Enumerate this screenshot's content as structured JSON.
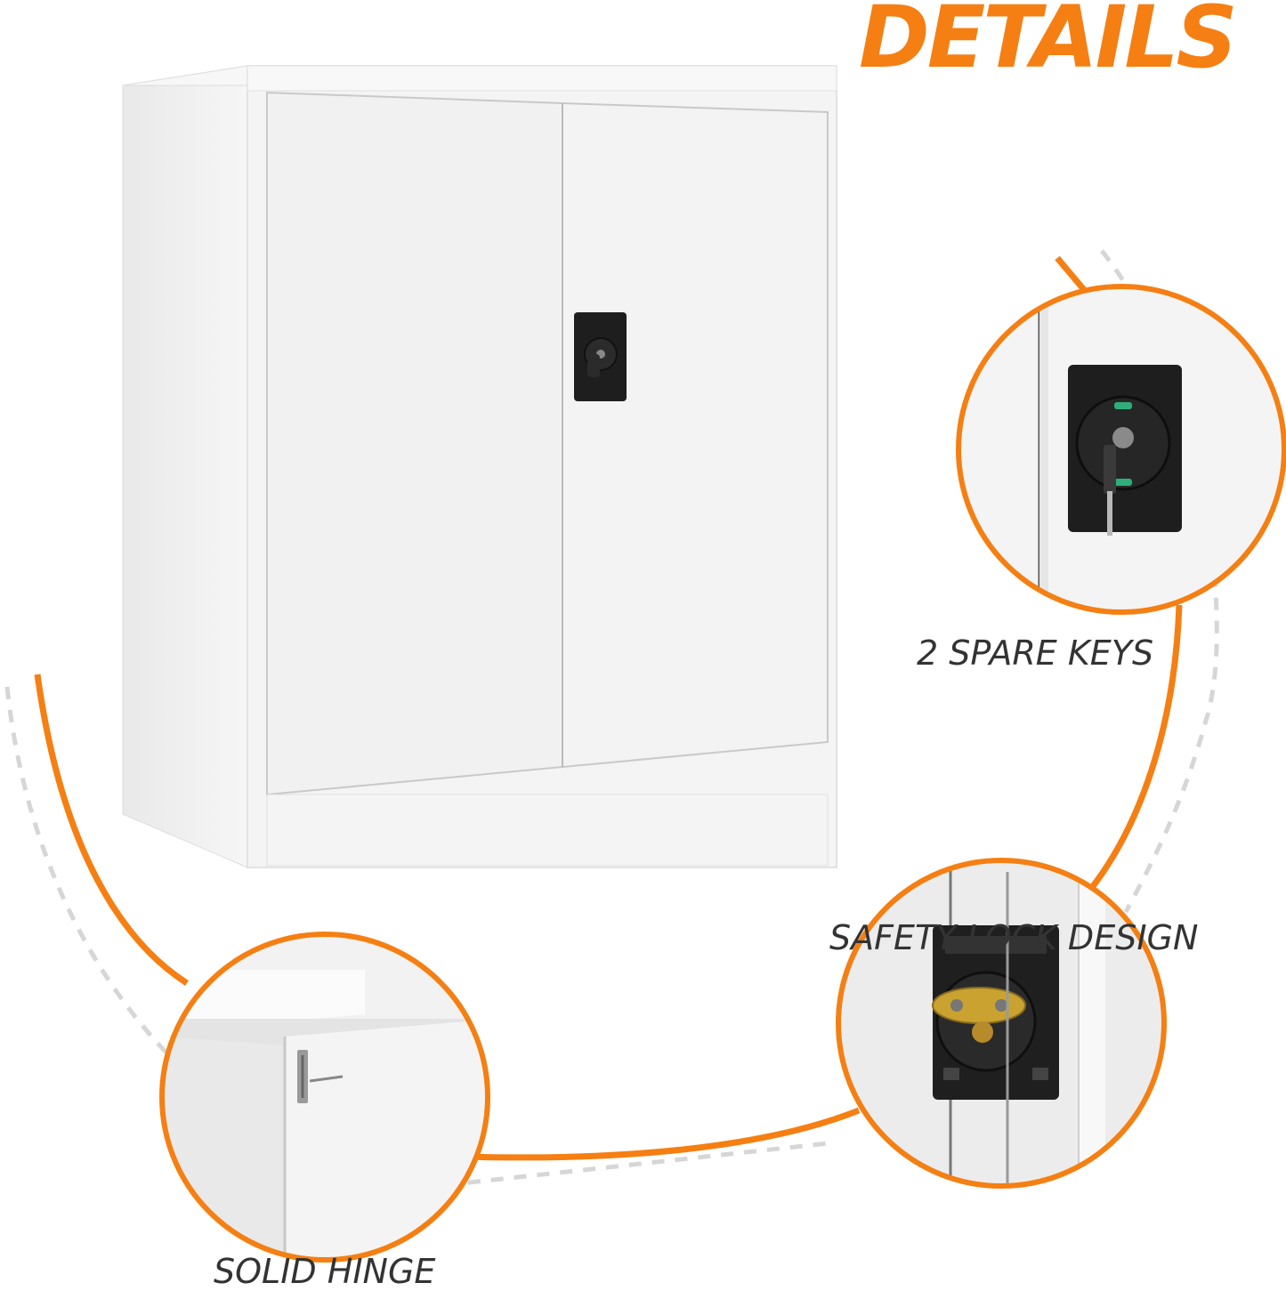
{
  "title": {
    "text": "DETAILS",
    "color": "#F57F12"
  },
  "callouts": [
    {
      "id": "keys",
      "label": "2 SPARE KEYS",
      "icon": "keyed-lock-handle"
    },
    {
      "id": "lock",
      "label": "SAFETY LOCK DESIGN",
      "icon": "lock-mechanism"
    },
    {
      "id": "hinge",
      "label": "SOLID HINGE",
      "icon": "door-hinge"
    }
  ],
  "colors": {
    "accent": "#F57F12",
    "dashed": "#D6D6D6",
    "caption_text": "#333333",
    "cabinet": "#F2F2F2",
    "lock_black": "#1E1E1E"
  }
}
